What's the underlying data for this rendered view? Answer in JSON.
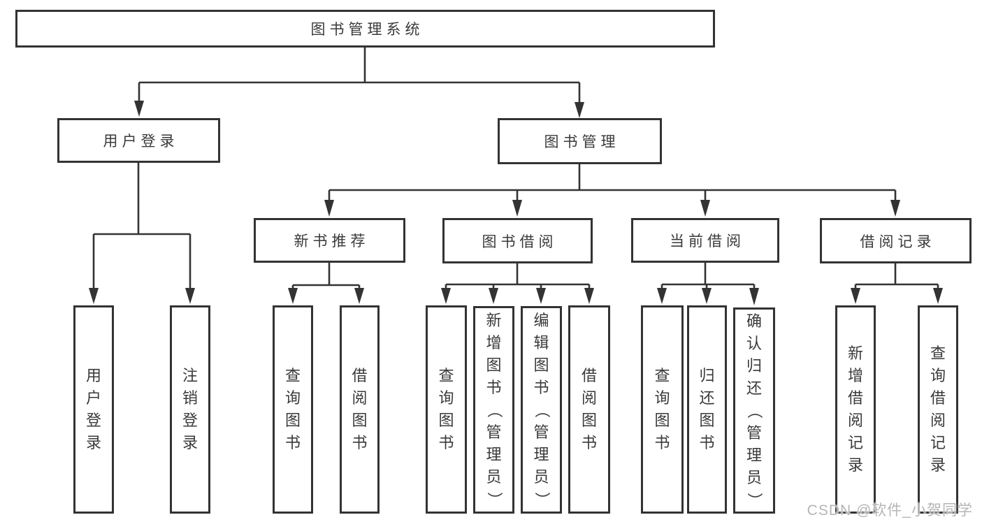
{
  "diagram": {
    "root": {
      "label": "图书管理系统"
    },
    "level2": {
      "user_login": {
        "label": "用户登录"
      },
      "book_mgmt": {
        "label": "图书管理"
      }
    },
    "level3": {
      "new_books": {
        "label": "新书推荐"
      },
      "book_borrow": {
        "label": "图书借阅"
      },
      "current_borrow": {
        "label": "当前借阅"
      },
      "borrow_records": {
        "label": "借阅记录"
      }
    },
    "leaves": {
      "user_login": [
        "用户登录",
        "注销登录"
      ],
      "new_books": [
        "查询图书",
        "借阅图书"
      ],
      "book_borrow": [
        "查询图书",
        "新增图书（管理员）",
        "编辑图书（管理员）",
        "借阅图书"
      ],
      "current_borrow": [
        "查询图书",
        "归还图书",
        "确认归还（管理员）"
      ],
      "borrow_records": [
        "新增借阅记录",
        "查询借阅记录"
      ]
    }
  },
  "watermark": "CSDN @软件_小贺同学",
  "colors": {
    "line": "#333333",
    "text": "#3a3a3a",
    "watermark": "#b5b5b5",
    "background": "#ffffff"
  }
}
